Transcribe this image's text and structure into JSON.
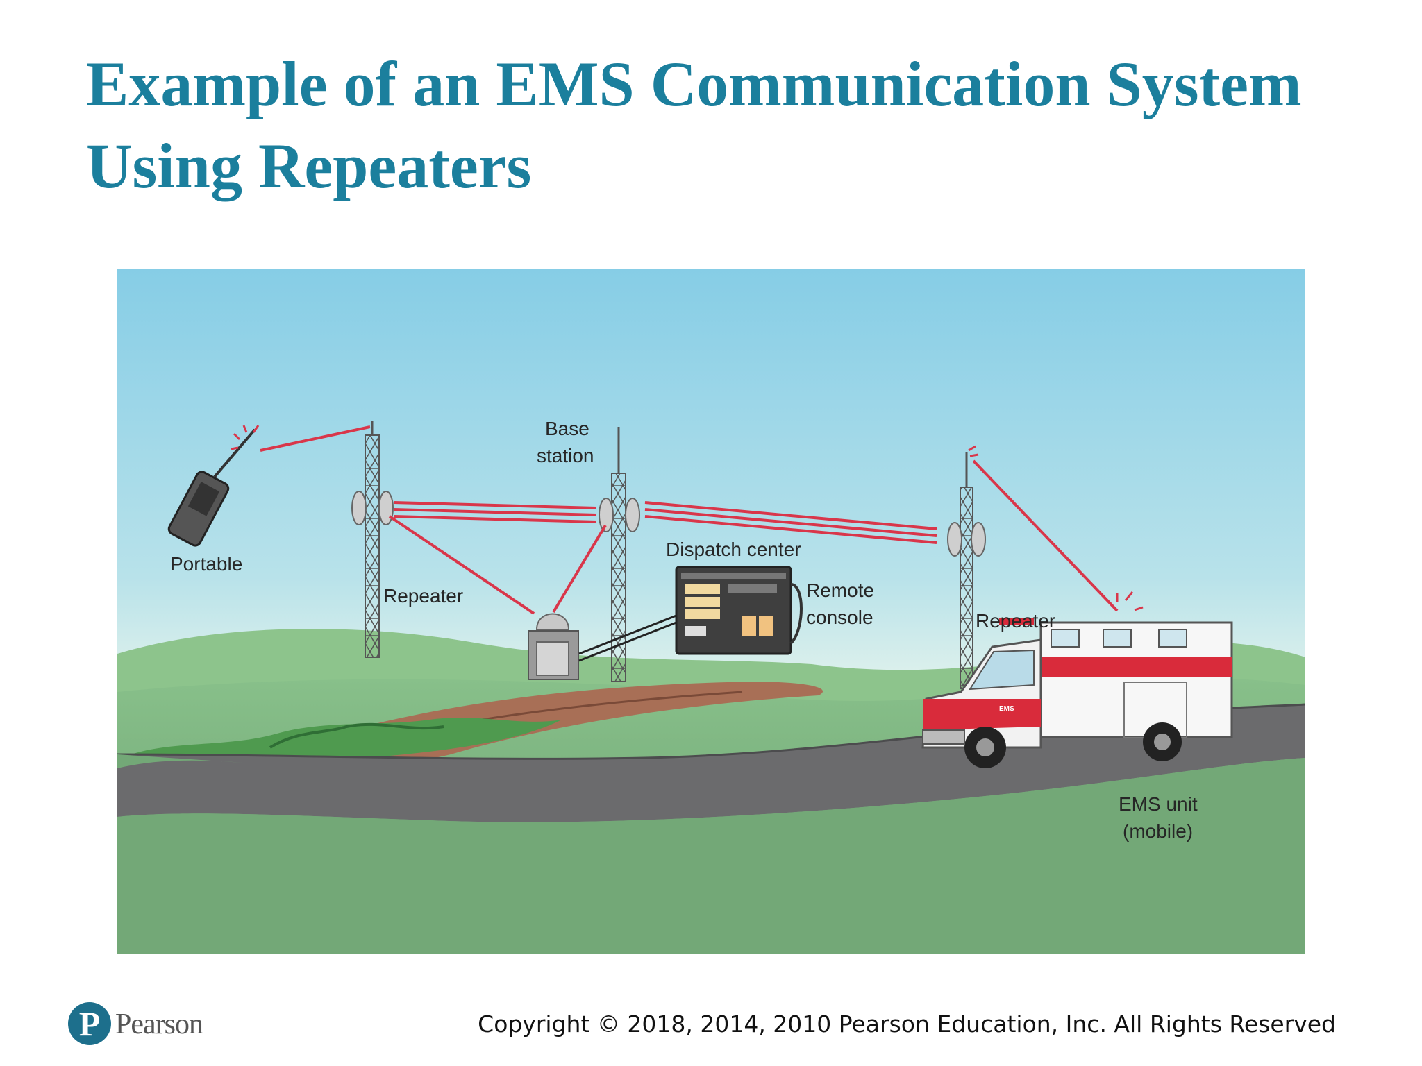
{
  "slide": {
    "title": "Example of an EMS Communication System Using Repeaters"
  },
  "diagram": {
    "labels": {
      "portable": "Portable",
      "repeater_left": "Repeater",
      "base_station_1": "Base",
      "base_station_2": "station",
      "dispatch_center": "Dispatch center",
      "remote_console_1": "Remote",
      "remote_console_2": "console",
      "repeater_right": "Repeater",
      "ems_unit_1": "EMS unit",
      "ems_unit_2": "(mobile)",
      "ambulance_text": "EMS"
    },
    "colors": {
      "sky_top": "#86cde6",
      "sky_bottom": "#d6efe8",
      "grass": "#6da673",
      "road": "#6b6b6d",
      "signal": "#d9364a"
    }
  },
  "footer": {
    "logo_text": "Pearson",
    "logo_letter": "P",
    "copyright": "Copyright © 2018, 2014, 2010 Pearson Education, Inc. All Rights Reserved"
  }
}
